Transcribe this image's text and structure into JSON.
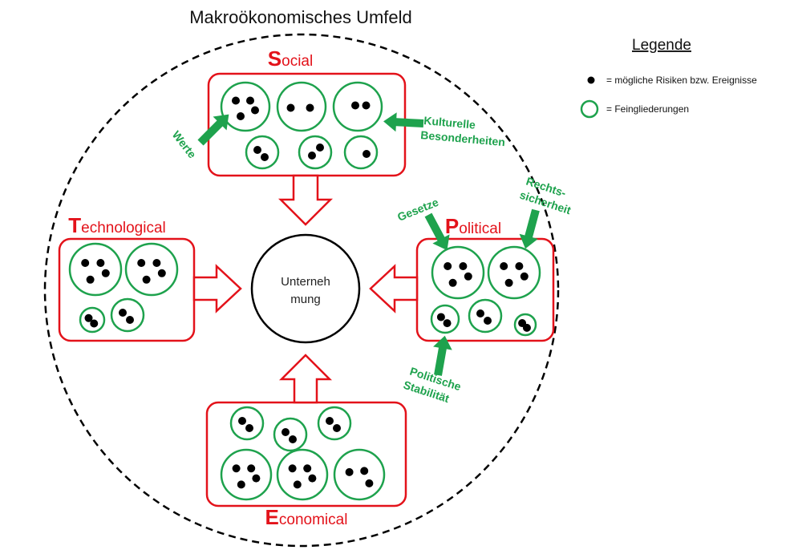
{
  "title": "Makroökonomisches Umfeld",
  "center": {
    "line1": "Unterneh",
    "line2": "mung"
  },
  "factors": {
    "social": {
      "initial": "S",
      "rest": "ocial"
    },
    "technological": {
      "initial": "T",
      "rest": "echnological"
    },
    "political": {
      "initial": "P",
      "rest": "olitical"
    },
    "economical": {
      "initial": "E",
      "rest": "conomical"
    }
  },
  "annotations": {
    "werte": "Werte",
    "kulturelle_1": "Kulturelle",
    "kulturelle_2": "Besonderheiten",
    "gesetze": "Gesetze",
    "rechts_1": "Rechts-",
    "rechts_2": "sicherheit",
    "politische_1": "Politische",
    "politische_2": "Stabilität"
  },
  "legend": {
    "title": "Legende",
    "items": [
      {
        "symbol": "dot",
        "label": "= mögliche Risiken bzw. Ereignisse"
      },
      {
        "symbol": "green-circle",
        "label": "= Feingliederungen"
      }
    ]
  },
  "colors": {
    "factor_red": "#e3121a",
    "subcategory_green": "#1ea24d",
    "risk_black": "#000000"
  },
  "risk_counts": {
    "social": [
      4,
      2,
      2,
      2,
      2,
      1
    ],
    "technological": [
      4,
      4,
      2,
      2
    ],
    "political": [
      4,
      4,
      2,
      2,
      2
    ],
    "economical": [
      2,
      2,
      2,
      4,
      4,
      3
    ]
  }
}
